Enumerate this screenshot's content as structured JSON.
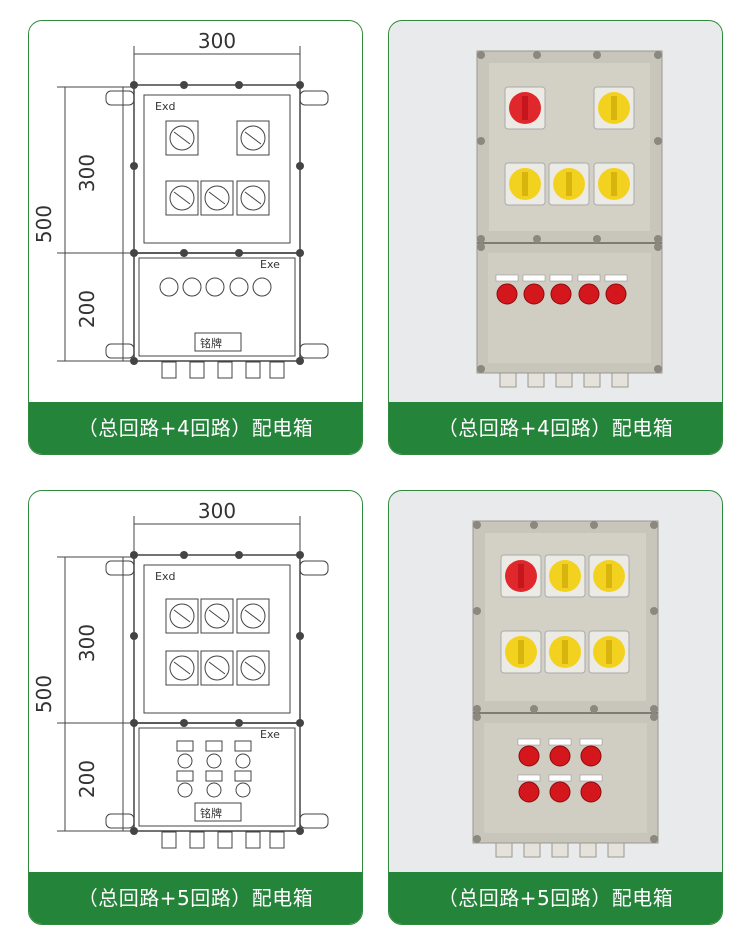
{
  "cards": [
    {
      "caption": "（总回路+4回路）配电箱",
      "drawing": {
        "dim_width": "300",
        "dim_total": "500",
        "dim_upper": "300",
        "dim_lower": "200",
        "upper_zone": "Exd",
        "lower_zone": "Exe",
        "nameplate": "铭牌"
      }
    },
    {
      "caption": "（总回路+4回路）配电箱"
    },
    {
      "caption": "（总回路+5回路）配电箱",
      "drawing": {
        "dim_width": "300",
        "dim_total": "500",
        "dim_upper": "300",
        "dim_lower": "200",
        "upper_zone": "Exd",
        "lower_zone": "Exe",
        "nameplate": "铭牌"
      }
    },
    {
      "caption": "（总回路+5回路）配电箱"
    }
  ],
  "colors": {
    "brand_green": "#23843a",
    "switch_red": "#e0282c",
    "switch_yellow": "#f3d21f",
    "indicator_red": "#d4161d",
    "enclosure_grey": "#c9c7bc"
  }
}
